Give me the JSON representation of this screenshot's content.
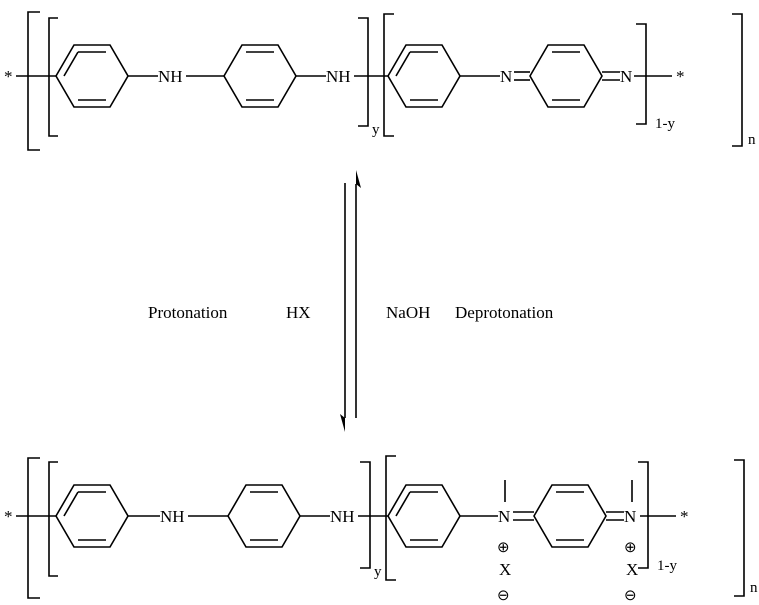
{
  "top_structure": {
    "end_group": "*",
    "amine_label": "NH",
    "imine_label": "N",
    "subscript_y": "y",
    "subscript_1y": "1-y",
    "subscript_n": "n"
  },
  "reaction": {
    "left_condition": "Protonation",
    "left_reagent": "HX",
    "right_reagent": "NaOH",
    "right_condition": "Deprotonation"
  },
  "bottom_structure": {
    "end_group": "*",
    "amine_label": "NH",
    "imine_label": "N",
    "positive_charge": "⊕",
    "counter_ion": "X",
    "negative_charge": "⊖",
    "subscript_y": "y",
    "subscript_1y": "1-y",
    "subscript_n": "n"
  }
}
